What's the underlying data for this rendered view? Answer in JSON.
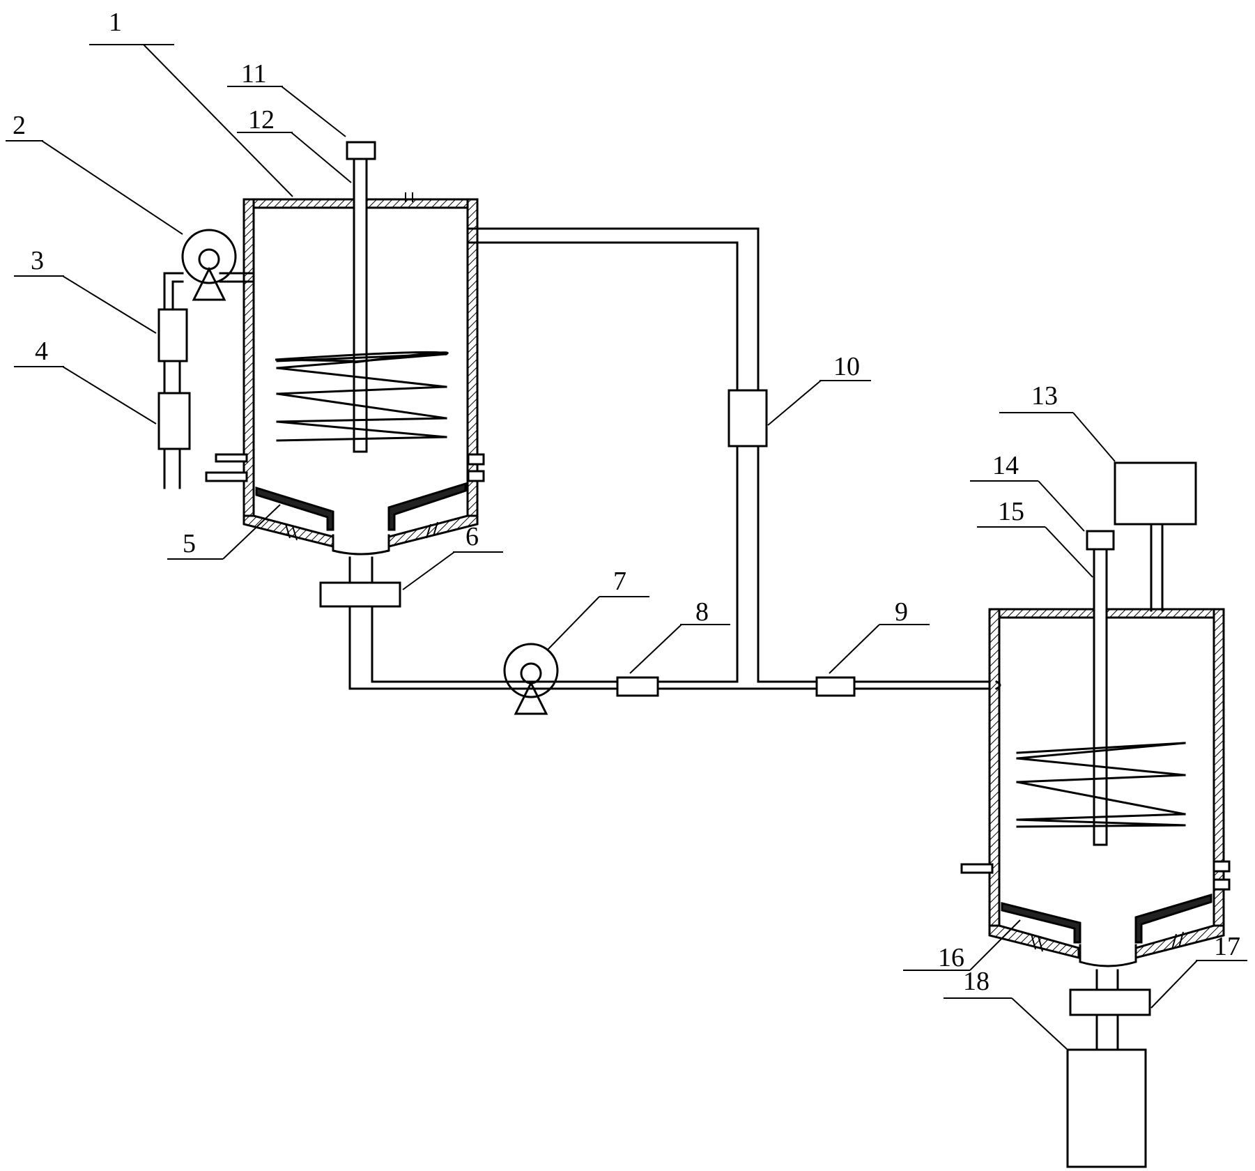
{
  "callouts": [
    {
      "id": 1,
      "label": "1"
    },
    {
      "id": 2,
      "label": "2"
    },
    {
      "id": 3,
      "label": "3"
    },
    {
      "id": 4,
      "label": "4"
    },
    {
      "id": 5,
      "label": "5"
    },
    {
      "id": 6,
      "label": "6"
    },
    {
      "id": 7,
      "label": "7"
    },
    {
      "id": 8,
      "label": "8"
    },
    {
      "id": 9,
      "label": "9"
    },
    {
      "id": 10,
      "label": "10"
    },
    {
      "id": 11,
      "label": "11"
    },
    {
      "id": 12,
      "label": "12"
    },
    {
      "id": 13,
      "label": "13"
    },
    {
      "id": 14,
      "label": "14"
    },
    {
      "id": 15,
      "label": "15"
    },
    {
      "id": 16,
      "label": "16"
    },
    {
      "id": 17,
      "label": "17"
    },
    {
      "id": 18,
      "label": "18"
    }
  ]
}
